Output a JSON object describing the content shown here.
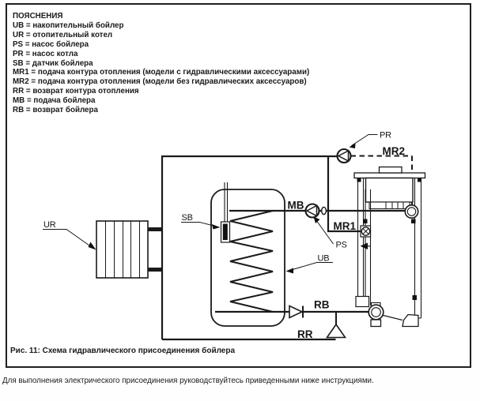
{
  "legend": {
    "title": "ПОЯСНЕНИЯ",
    "items": [
      "UB = накопительный бойлер",
      "UR = отопительный котел",
      "PS = насос бойлера",
      "PR = насос котла",
      "SB = датчик бойлера",
      "MR1 = подача контура отопления (модели с гидравлическими аксессуарами)",
      "MR2 = подача контура отопления (модели без гидравлических аксессуаров)",
      "RR = возврат контура отопления",
      "MB = подача бойлера",
      "RB = возврат бойлера"
    ]
  },
  "diagram": {
    "labels": {
      "ur": "UR",
      "ub": "UB",
      "sb": "SB",
      "ps": "PS",
      "pr": "PR",
      "mb": "MB",
      "mr1": "MR1",
      "mr2": "MR2",
      "rb": "RB",
      "rr": "RR"
    }
  },
  "caption": "Рис. 11: Схема гидравлического присоединения бойлера",
  "footnote": "Для выполнения электрического присоединения руководствуйтесь приведенными ниже инструкциями.",
  "colors": {
    "line": "#1a1a1a",
    "background": "#ffffff"
  }
}
